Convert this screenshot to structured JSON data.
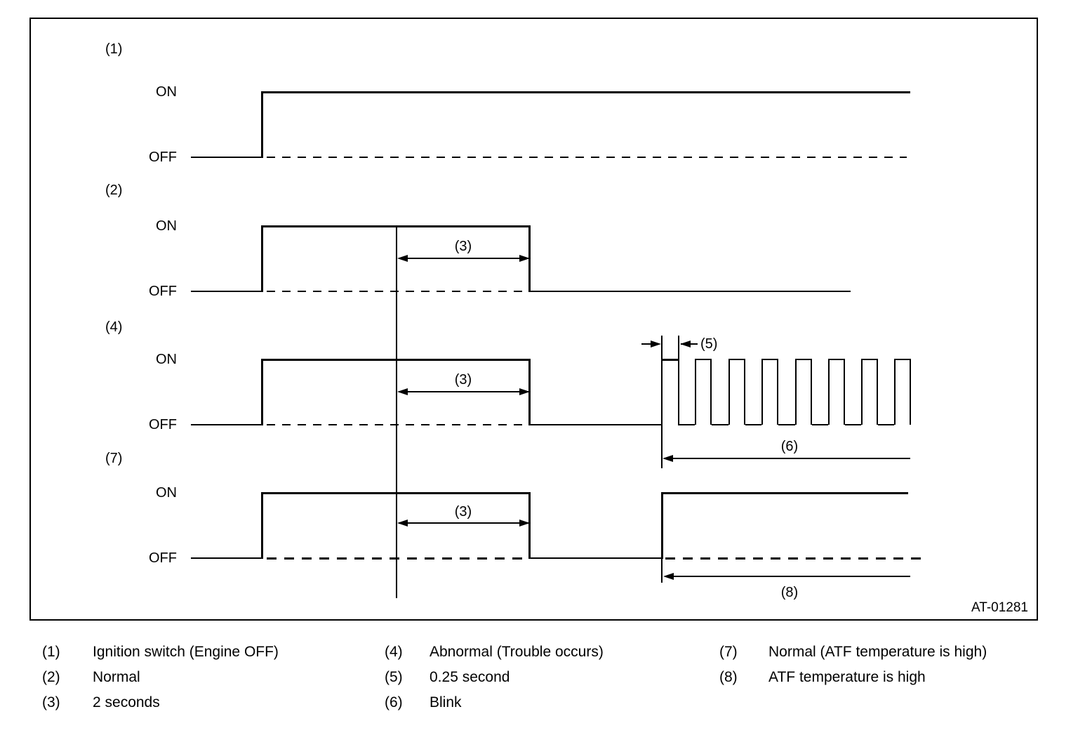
{
  "figure": {
    "code": "AT-01281"
  },
  "waveforms": [
    {
      "id": "(1)",
      "on": "ON",
      "off": "OFF"
    },
    {
      "id": "(2)",
      "on": "ON",
      "off": "OFF"
    },
    {
      "id": "(4)",
      "on": "ON",
      "off": "OFF"
    },
    {
      "id": "(7)",
      "on": "ON",
      "off": "OFF"
    }
  ],
  "annotations": {
    "two_seconds": "(3)",
    "quarter_second": "(5)",
    "blink": "(6)",
    "atf_high": "(8)"
  },
  "legend": [
    {
      "num": "(1)",
      "label": "Ignition switch (Engine OFF)"
    },
    {
      "num": "(2)",
      "label": "Normal"
    },
    {
      "num": "(3)",
      "label": "2 seconds"
    },
    {
      "num": "(4)",
      "label": "Abnormal (Trouble occurs)"
    },
    {
      "num": "(5)",
      "label": "0.25 second"
    },
    {
      "num": "(6)",
      "label": "Blink"
    },
    {
      "num": "(7)",
      "label": "Normal (ATF temperature is high)"
    },
    {
      "num": "(8)",
      "label": "ATF temperature is high"
    }
  ],
  "colors": {
    "line": "#000000",
    "background": "#ffffff"
  }
}
